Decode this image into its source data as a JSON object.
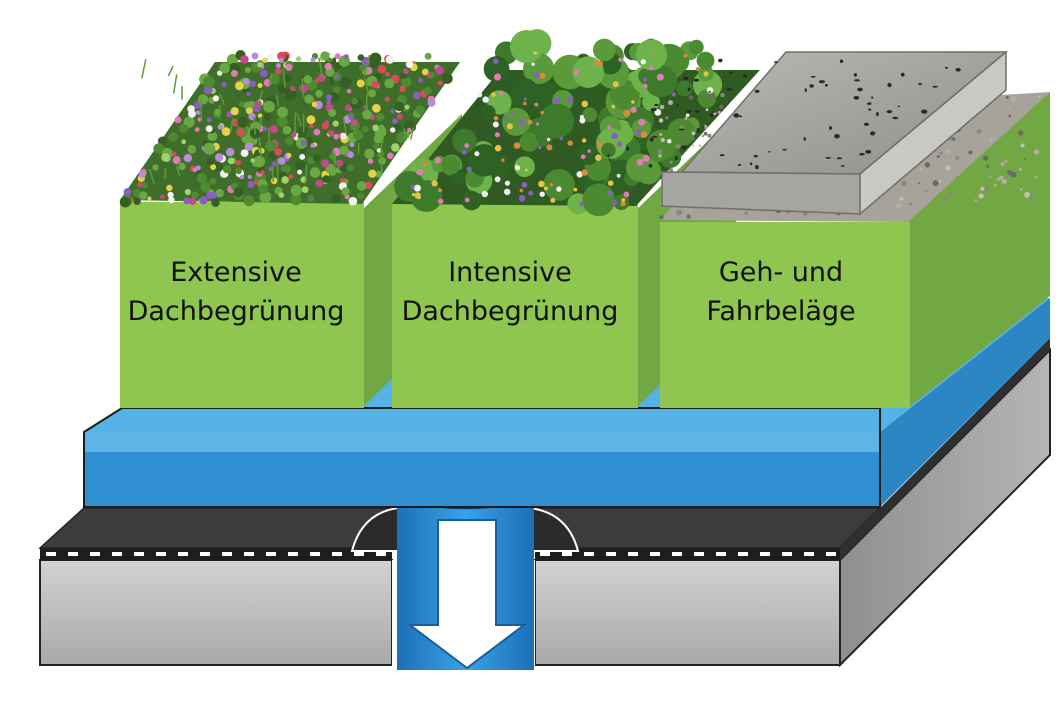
{
  "boxes": [
    {
      "line1": "Extensive",
      "line2": "Dachbegrünung"
    },
    {
      "line1": "Intensive",
      "line2": "Dachbegrünung"
    },
    {
      "line1": "Geh- und",
      "line2": "Fahrbeläge"
    }
  ],
  "colors": {
    "green_front": "#8fc64f",
    "green_side": "#72a843",
    "water_top": "#45a6dd",
    "water_front": "#2f8fd0",
    "membrane": "#3a3a3a",
    "concrete_front": "#b9b9b9",
    "concrete_side": "#9d9d9d",
    "arrow": "#1d7fd0",
    "paving": "#9a9a9a"
  }
}
